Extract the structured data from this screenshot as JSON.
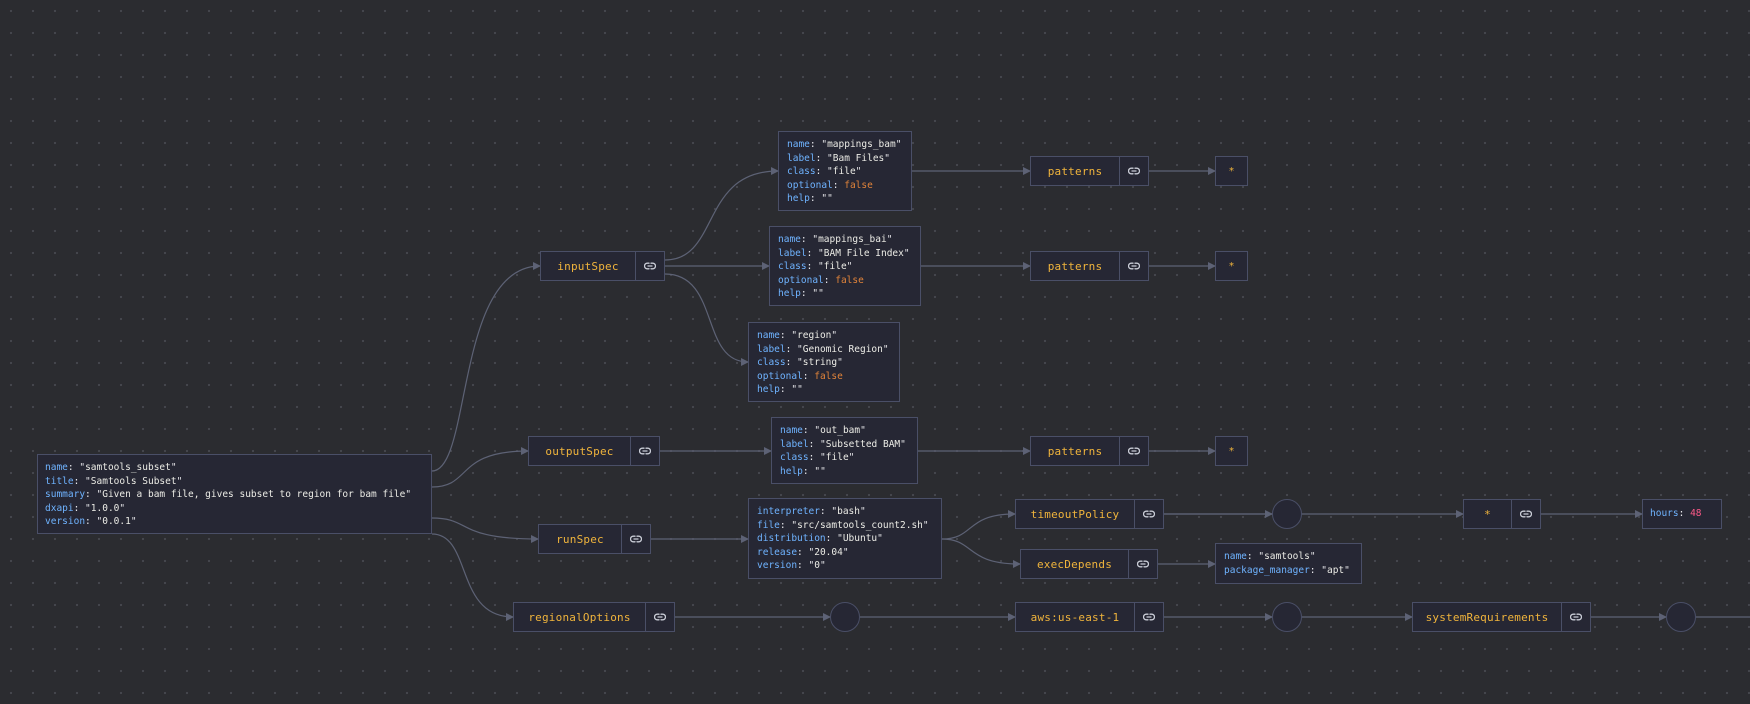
{
  "root": {
    "name": "samtools_subset",
    "title": "Samtools Subset",
    "summary": "Given a bam file, gives subset to region for bam file",
    "dxapi": "1.0.0",
    "version": "0.0.1"
  },
  "keys": {
    "inputSpec": "inputSpec",
    "outputSpec": "outputSpec",
    "runSpec": "runSpec",
    "regionalOptions": "regionalOptions",
    "patterns": "patterns",
    "timeoutPolicy": "timeoutPolicy",
    "execDepends": "execDepends",
    "region": "aws:us-east-1",
    "systemRequirements": "systemRequirements",
    "star": "*"
  },
  "inputs": [
    {
      "name": "mappings_bam",
      "label": "Bam Files",
      "class": "file",
      "optional": "false",
      "help": ""
    },
    {
      "name": "mappings_bai",
      "label": "BAM File Index",
      "class": "file",
      "optional": "false",
      "help": ""
    },
    {
      "name": "region",
      "label": "Genomic Region",
      "class": "string",
      "optional": "false",
      "help": ""
    }
  ],
  "output": {
    "name": "out_bam",
    "label": "Subsetted BAM",
    "class": "file",
    "help": ""
  },
  "run": {
    "interpreter": "bash",
    "file": "src/samtools_count2.sh",
    "distribution": "Ubuntu",
    "release": "20.04",
    "version": "0"
  },
  "dep": {
    "name": "samtools",
    "package_manager": "apt"
  },
  "timeout": {
    "hours": "48"
  },
  "patterns_value": "*"
}
